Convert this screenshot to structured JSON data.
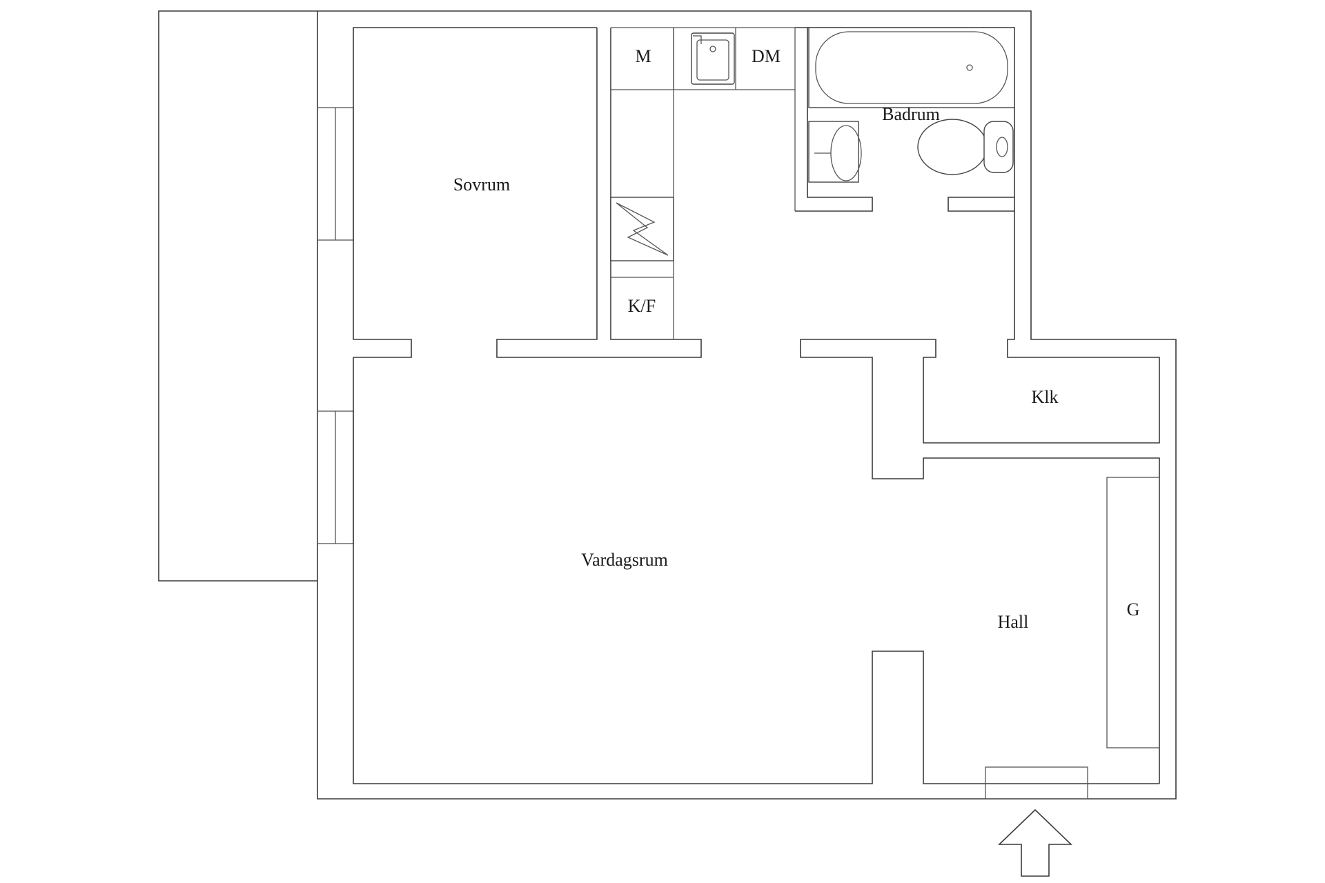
{
  "rooms": {
    "sovrum": "Sovrum",
    "vardagsrum": "Vardagsrum",
    "badrum": "Badrum",
    "klk": "Klk",
    "hall": "Hall",
    "g": "G"
  },
  "appliances": {
    "m": "M",
    "dm": "DM",
    "kf": "K/F"
  },
  "colors": {
    "line": "#3a3a3a",
    "background": "#ffffff"
  },
  "icons": {
    "sink": "kitchen-sink-icon",
    "stove": "stove-icon",
    "bathtub": "bathtub-icon",
    "washbasin": "washbasin-icon",
    "toilet": "toilet-icon",
    "entrance": "entrance-arrow-icon"
  }
}
